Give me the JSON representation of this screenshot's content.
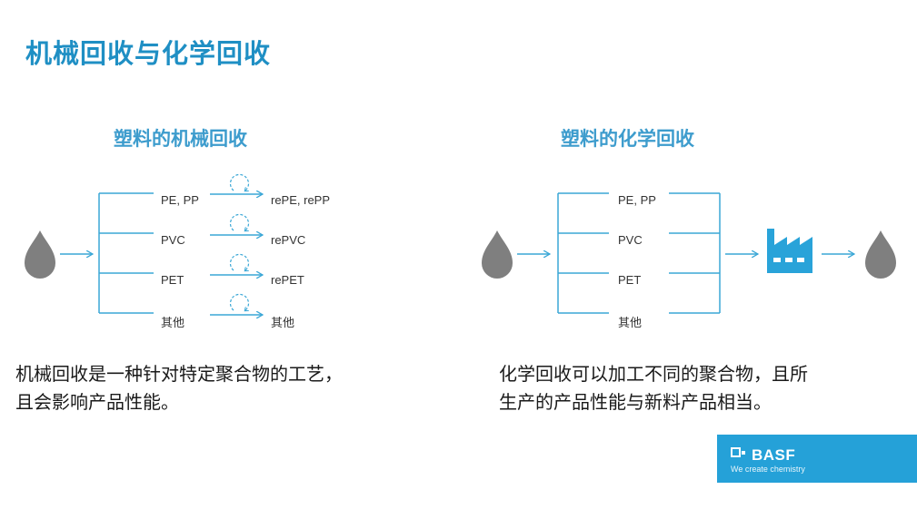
{
  "title": "机械回收与化学回收",
  "left": {
    "subtitle": "塑料的机械回收",
    "inputs": [
      "PE, PP",
      "PVC",
      "PET",
      "其他"
    ],
    "outputs": [
      "rePE, rePP",
      "rePVC",
      "rePET",
      "其他"
    ],
    "desc_line1": "机械回收是一种针对特定聚合物的工艺，",
    "desc_line2": "且会影响产品性能。"
  },
  "right": {
    "subtitle": "塑料的化学回收",
    "inputs": [
      "PE, PP",
      "PVC",
      "PET",
      "其他"
    ],
    "desc_line1": "化学回收可以加工不同的聚合物，且所",
    "desc_line2": "生产的产品性能与新料产品相当。"
  },
  "logo": {
    "name": "BASF",
    "tagline": "We create chemistry"
  },
  "colors": {
    "title": "#1f8fc4",
    "line": "#3aa7d6",
    "drop": "#7f7f7f",
    "factory": "#29a3d9",
    "logo_bg": "#25a1d8"
  },
  "icons": [
    "drop-icon",
    "arrow-icon",
    "recycle-loop-icon",
    "factory-icon"
  ]
}
